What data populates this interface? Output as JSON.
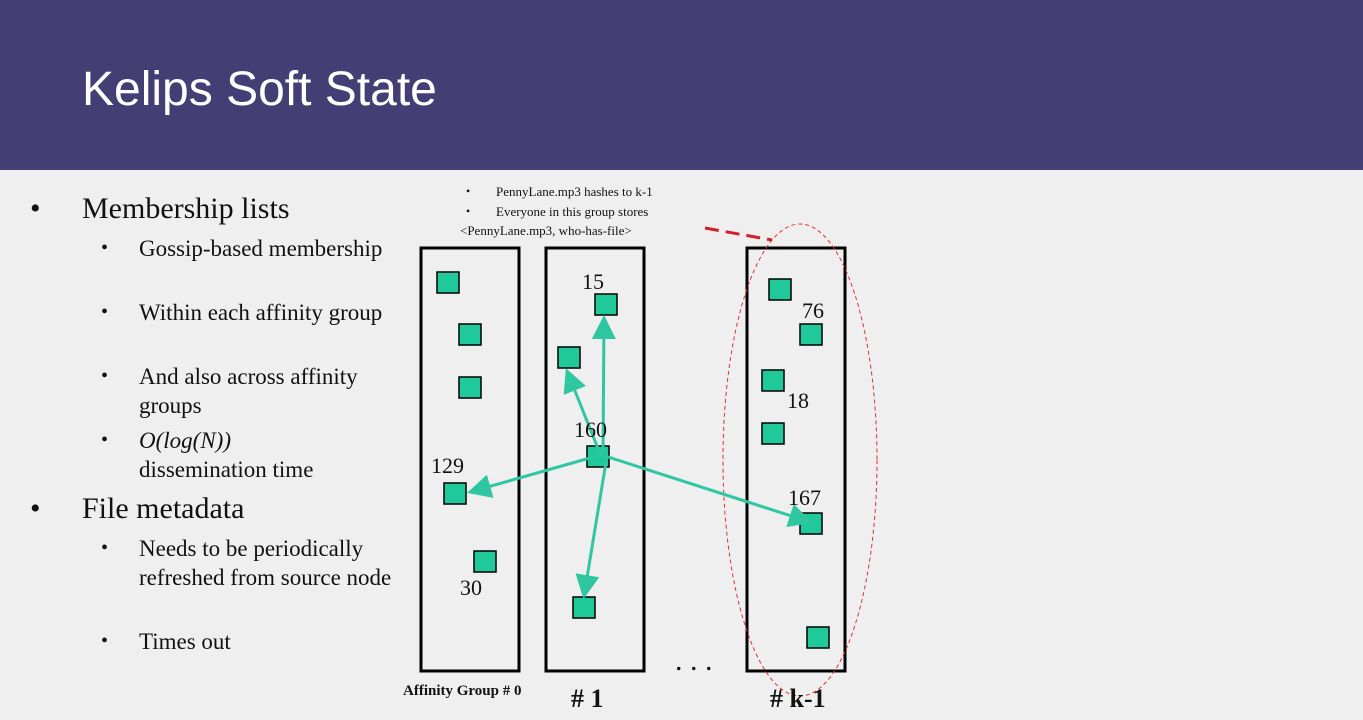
{
  "slide": {
    "title": "Kelips Soft State"
  },
  "bullets": {
    "membership": {
      "label": "Membership  lists",
      "items": [
        "Gossip-based membership",
        "Within each affinity group",
        "And also across affinity groups"
      ],
      "item4_italic": "O(log(N))",
      "item4_rest": "dissemination time"
    },
    "file_metadata": {
      "label": "File metadata",
      "items": [
        "Needs to be periodically refreshed from source node",
        "Times out"
      ]
    }
  },
  "notes": {
    "line1": "PennyLane.mp3 hashes to k-1",
    "line2": "Everyone in this group stores",
    "line3": "<PennyLane.mp3, who-has-file>"
  },
  "diagram": {
    "node_color": "#1fc99a",
    "arrow_color": "#2fc6a2",
    "ellipse_color": "#e03030",
    "groups": [
      {
        "label": "Affinity Group # 0",
        "node_labels": [
          "129",
          "30"
        ]
      },
      {
        "label": "# 1",
        "node_labels": [
          "15",
          "160"
        ]
      },
      {
        "label": "# k-1",
        "node_labels": [
          "76",
          "18",
          "167"
        ]
      }
    ],
    "ellipsis": ". . ."
  }
}
